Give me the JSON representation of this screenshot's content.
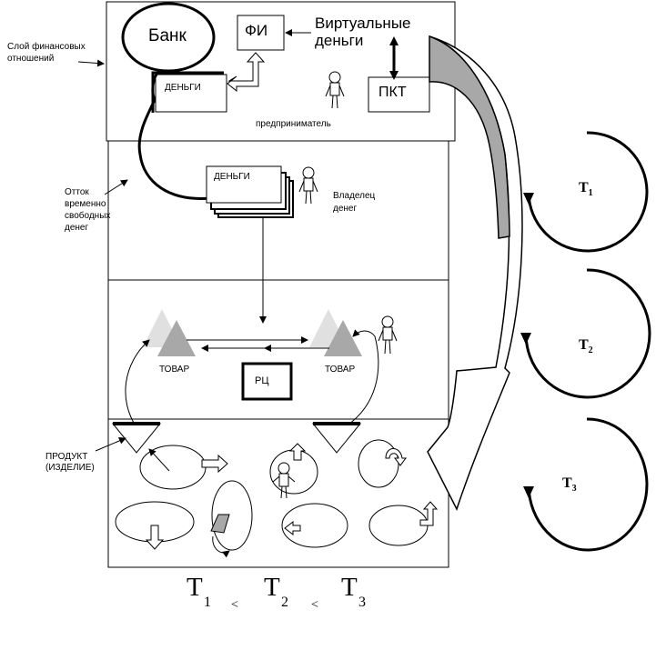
{
  "labels": {
    "bank": "Банк",
    "fi": "ФИ",
    "virtual_money_line1": "Виртуальные",
    "virtual_money_line2": "деньги",
    "money_top": "ДЕНЬГИ",
    "pkt": "ПКТ",
    "entrepreneur": "предприниматель",
    "financial_layer_line1": "Слой финансовых",
    "financial_layer_line2": "отношений",
    "outflow_line1": "Отток",
    "outflow_line2": "временно",
    "outflow_line3": "свободных",
    "outflow_line4": "денег",
    "money_stack": "ДЕНЬГИ",
    "owner_line1": "Владелец",
    "owner_line2": "денег",
    "goods_left": "ТОВАР",
    "goods_right": "ТОВАР",
    "rc": "РЦ",
    "product_line1": "ПРОДУКТ",
    "product_line2": "(ИЗДЕЛИЕ)"
  },
  "cycles": [
    {
      "letter": "T",
      "sub": "1"
    },
    {
      "letter": "T",
      "sub": "2"
    },
    {
      "letter": "T",
      "sub": "3"
    }
  ],
  "formula": {
    "t1": "T",
    "s1": "1",
    "op1": "<",
    "t2": "T",
    "s2": "2",
    "op2": "<",
    "t3": "T",
    "s3": "3"
  }
}
